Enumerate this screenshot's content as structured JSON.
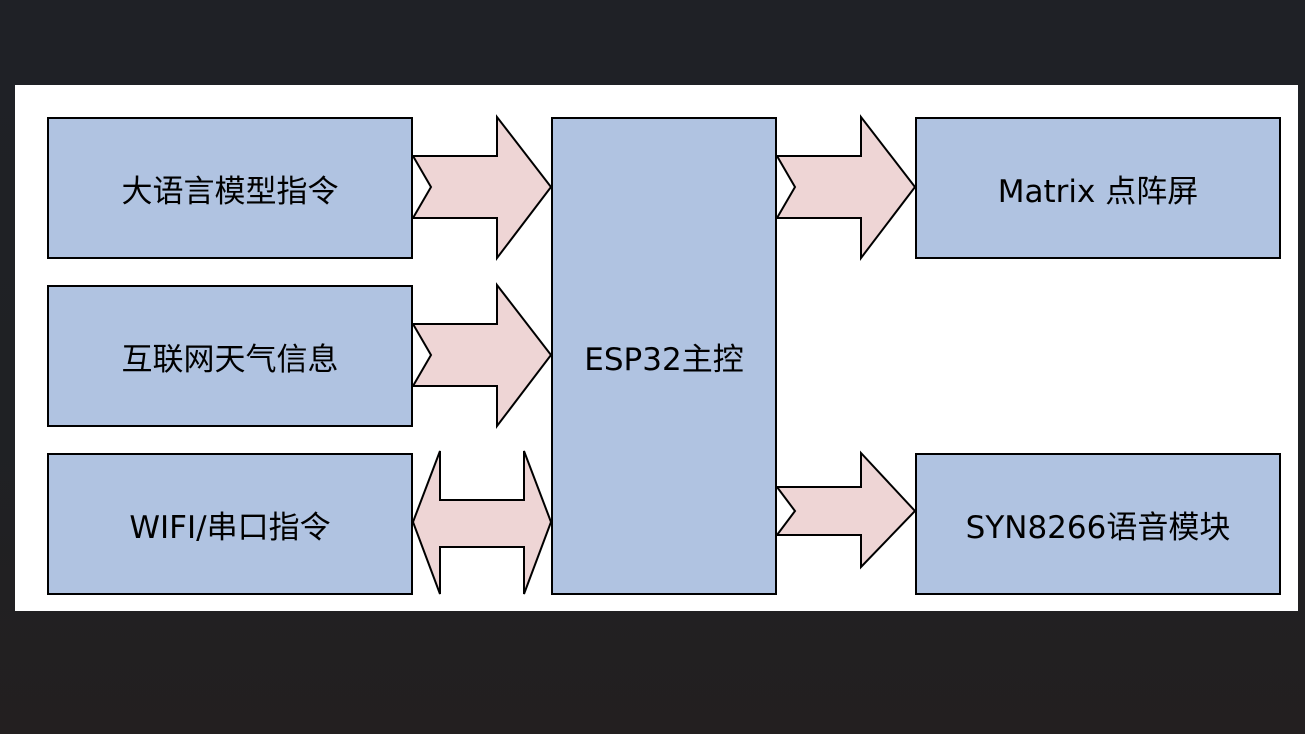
{
  "diagram": {
    "blocks": {
      "llm_command": "大语言模型指令",
      "internet_weather": "互联网天气信息",
      "wifi_serial": "WIFI/串口指令",
      "esp32": "ESP32主控",
      "matrix_display": "Matrix 点阵屏",
      "syn8266": "SYN8266语音模块"
    },
    "colors": {
      "block_fill": "#b0c3e1",
      "arrow_fill": "#eed5d5",
      "stroke": "#000000",
      "background": "#ffffff"
    }
  }
}
